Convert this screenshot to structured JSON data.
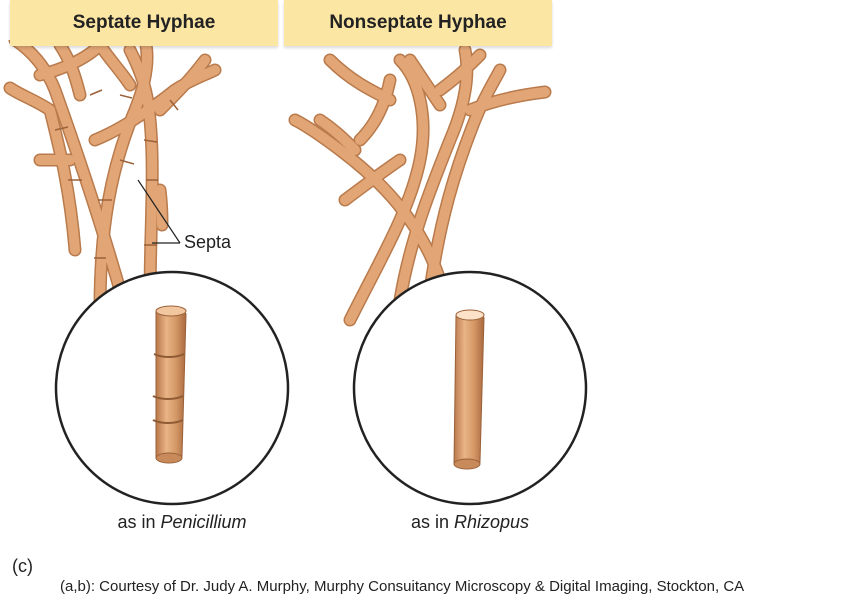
{
  "headers": {
    "septate": "Septate Hyphae",
    "nonseptate": "Nonseptate Hyphae"
  },
  "labels": {
    "septa": "Septa"
  },
  "captions": {
    "left_prefix": "as in ",
    "left_genus": "Penicillium",
    "right_prefix": "as in ",
    "right_genus": "Rhizopus"
  },
  "panel_letter": "(c)",
  "credit": "(a,b): Courtesy of Dr. Judy A. Murphy, Murphy Consuitancy Microscopy & Digital Imaging, Stockton, CA",
  "colors": {
    "hypha_fill": "#e2a676",
    "hypha_edge": "#b97a4c",
    "header_bg": "#fbe6a4",
    "pointer_accent": "#a0287a"
  }
}
